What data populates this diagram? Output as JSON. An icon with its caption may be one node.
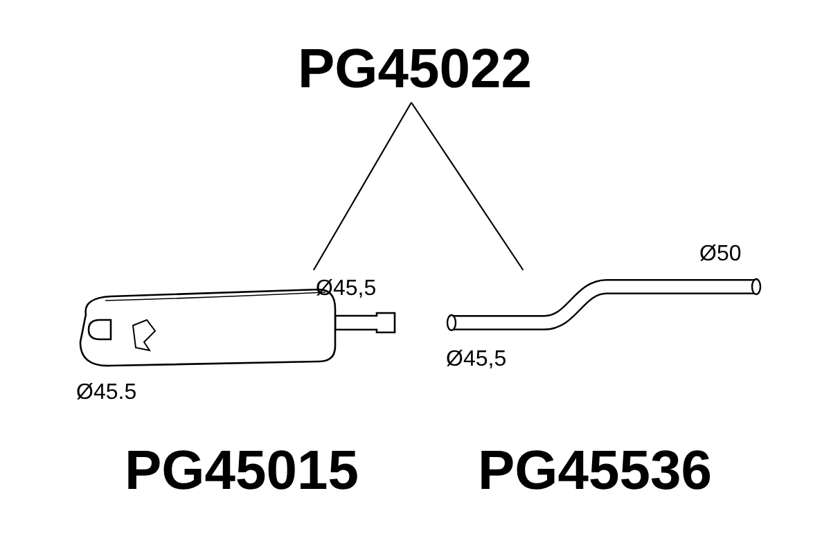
{
  "diagram": {
    "nodes": [
      {
        "text": [
          "PG45022"
        ]
      },
      {
        "text": [],
        "shape": "picture"
      },
      {
        "text": [],
        "shape": "picture"
      }
    ],
    "edges": [
      {
        "from": 0,
        "to": 1,
        "arrow": "none"
      },
      {
        "from": 0,
        "to": 2,
        "arrow": "none"
      }
    ],
    "labels": [
      "Ø45,5",
      "Ø50",
      "Ø45.5",
      "Ø45,5",
      "PG45015",
      "PG45536"
    ]
  }
}
